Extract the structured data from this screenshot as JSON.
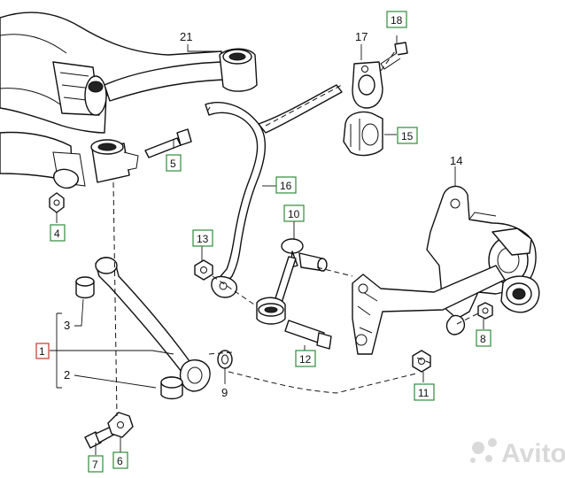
{
  "parts": {
    "p1": "1",
    "p2": "2",
    "p3": "3",
    "p4": "4",
    "p5": "5",
    "p6": "6",
    "p7": "7",
    "p8": "8",
    "p9": "9",
    "p10": "10",
    "p11": "11",
    "p12": "12",
    "p13": "13",
    "p14": "14",
    "p15": "15",
    "p16": "16",
    "p17": "17",
    "p18": "18",
    "p21": "21"
  },
  "watermark": {
    "text": "Avito",
    "color": "#d9d9d9"
  },
  "colors": {
    "callout_box": "#2e8b3a",
    "group_box": "#c0392b",
    "ink": "#111111"
  }
}
